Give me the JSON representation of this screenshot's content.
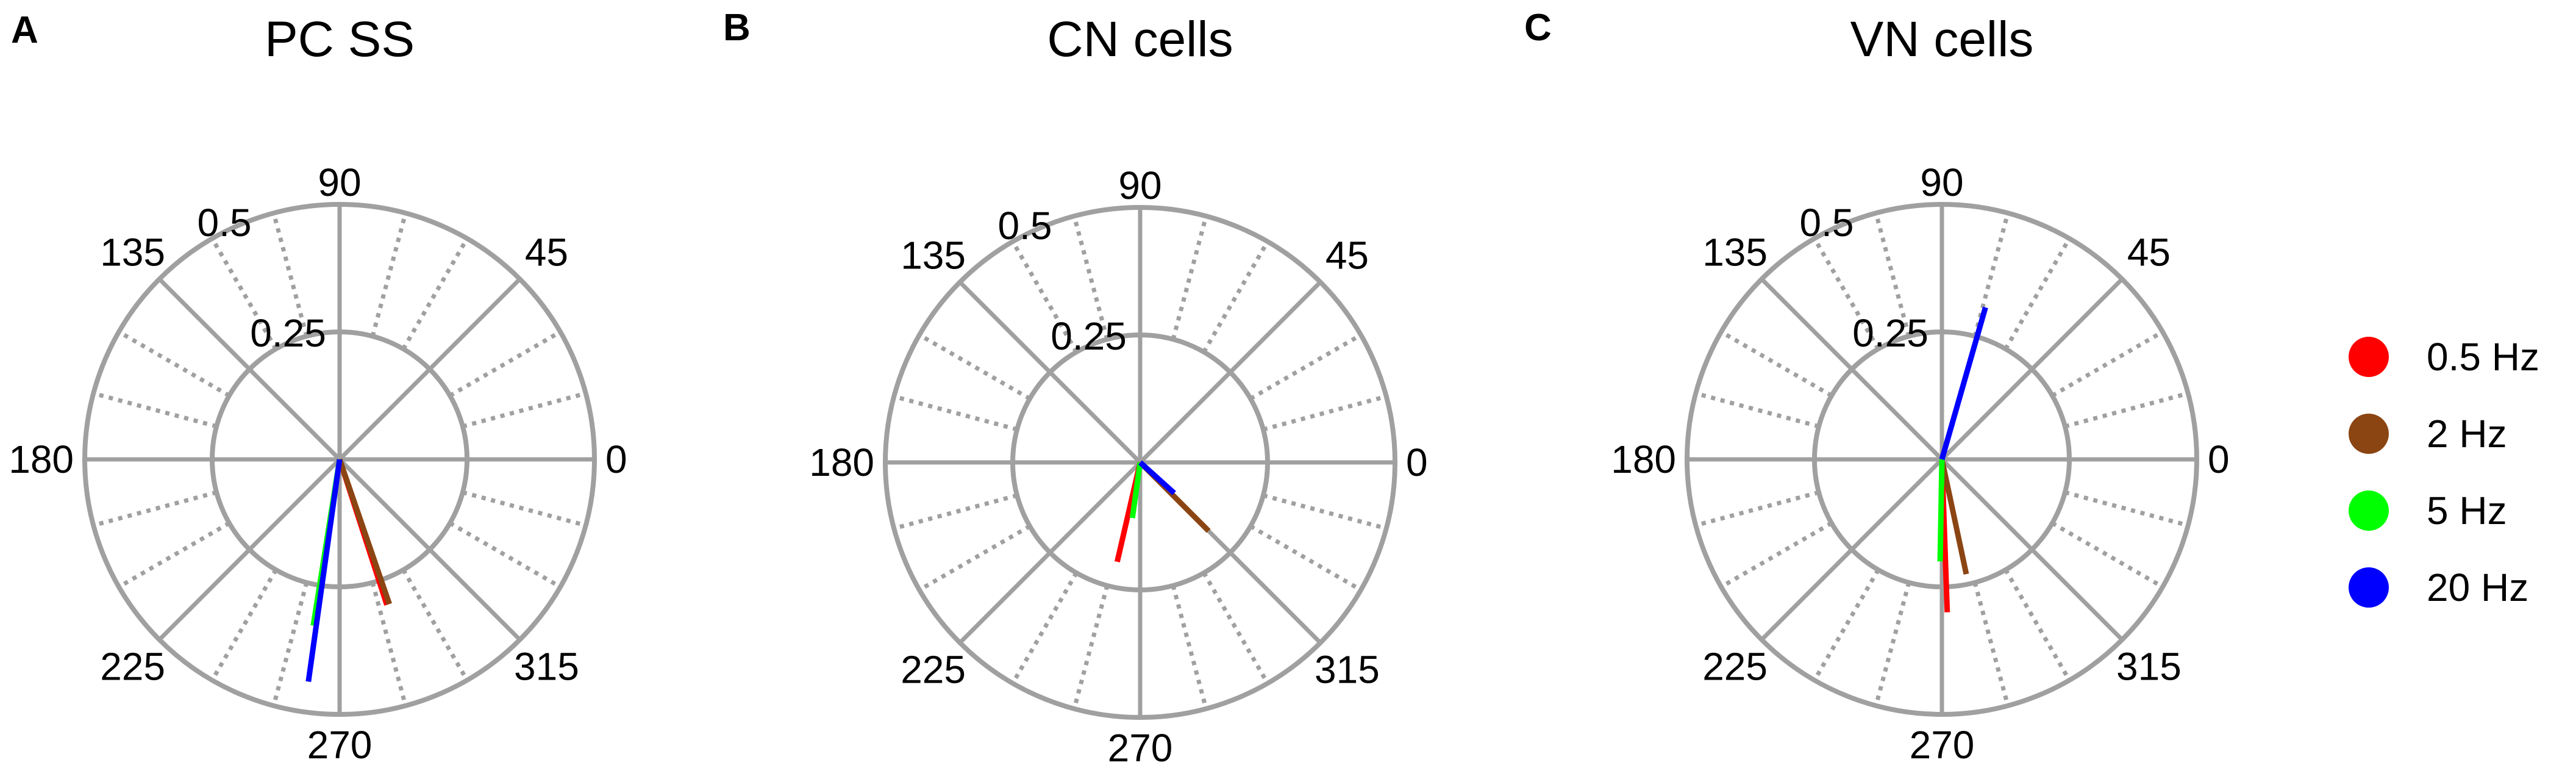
{
  "figure": {
    "legend": [
      {
        "label": "0.5 Hz",
        "color": "#ff0000"
      },
      {
        "label": "2 Hz",
        "color": "#8b4513"
      },
      {
        "label": "5 Hz",
        "color": "#00ff00"
      },
      {
        "label": "20 Hz",
        "color": "#0000ff"
      }
    ],
    "axis_color": "#a0a0a0"
  },
  "chart_data": [
    {
      "type": "polar",
      "panel": "A",
      "title": "PC SS",
      "angle_ticks": [
        "0",
        "45",
        "90",
        "135",
        "180",
        "225",
        "270",
        "315"
      ],
      "r_ticks": [
        "0.25",
        "0.5"
      ],
      "rlim": [
        0,
        0.5
      ],
      "series": [
        {
          "name": "0.5 Hz",
          "angle_deg": 288,
          "r": 0.3
        },
        {
          "name": "2 Hz",
          "angle_deg": 289,
          "r": 0.3
        },
        {
          "name": "5 Hz",
          "angle_deg": 261,
          "r": 0.33
        },
        {
          "name": "20 Hz",
          "angle_deg": 262,
          "r": 0.44
        }
      ]
    },
    {
      "type": "polar",
      "panel": "B",
      "title": "CN cells",
      "angle_ticks": [
        "0",
        "45",
        "90",
        "135",
        "180",
        "225",
        "270",
        "315"
      ],
      "r_ticks": [
        "0.25",
        "0.5"
      ],
      "rlim": [
        0,
        0.5
      ],
      "series": [
        {
          "name": "0.5 Hz",
          "angle_deg": 257,
          "r": 0.2
        },
        {
          "name": "2 Hz",
          "angle_deg": 315,
          "r": 0.19
        },
        {
          "name": "5 Hz",
          "angle_deg": 262,
          "r": 0.11
        },
        {
          "name": "20 Hz",
          "angle_deg": 318,
          "r": 0.09
        }
      ]
    },
    {
      "type": "polar",
      "panel": "C",
      "title": "VN cells",
      "angle_ticks": [
        "0",
        "45",
        "90",
        "135",
        "180",
        "225",
        "270",
        "315"
      ],
      "r_ticks": [
        "0.25",
        "0.5"
      ],
      "rlim": [
        0,
        0.5
      ],
      "series": [
        {
          "name": "0.5 Hz",
          "angle_deg": 272,
          "r": 0.3
        },
        {
          "name": "2 Hz",
          "angle_deg": 282,
          "r": 0.23
        },
        {
          "name": "5 Hz",
          "angle_deg": 269,
          "r": 0.2
        },
        {
          "name": "20 Hz",
          "angle_deg": 74,
          "r": 0.31
        }
      ]
    }
  ]
}
